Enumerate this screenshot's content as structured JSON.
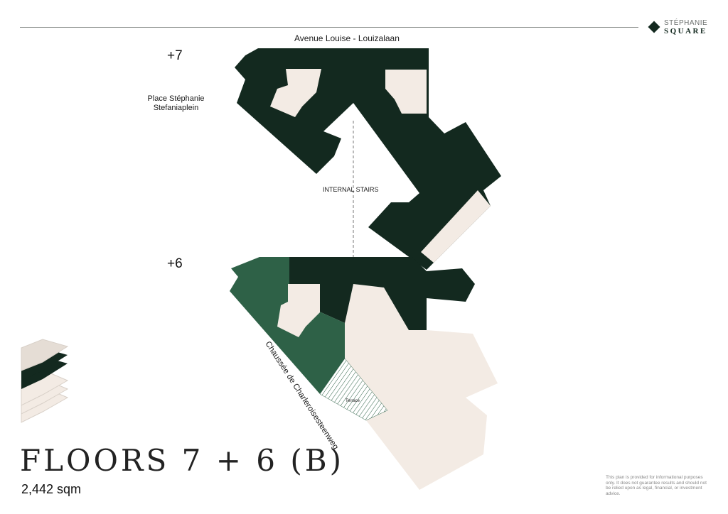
{
  "brand": {
    "line1": "STÉPHANIE",
    "line2": "SQUARE"
  },
  "street_top": "Avenue Louise - Louizalaan",
  "place": {
    "line1": "Place Stéphanie",
    "line2": "Stefaniaplein"
  },
  "levels": {
    "upper": "+7",
    "lower": "+6"
  },
  "stairs_label": "INTERNAL STAIRS",
  "street_side": "Chaussée de Charleroisesteenweg",
  "terrace_label": "Terrace",
  "title": "FLOORS 7 + 6 (B)",
  "area": "2,442 sqm",
  "disclaimer": "This plan is provided for informational purposes only. It does not guarantee results and should not be relied upon as legal, financial, or investment advice.",
  "colors": {
    "dark": "#13291f",
    "green": "#2e6147",
    "beige": "#f3ebe4"
  }
}
